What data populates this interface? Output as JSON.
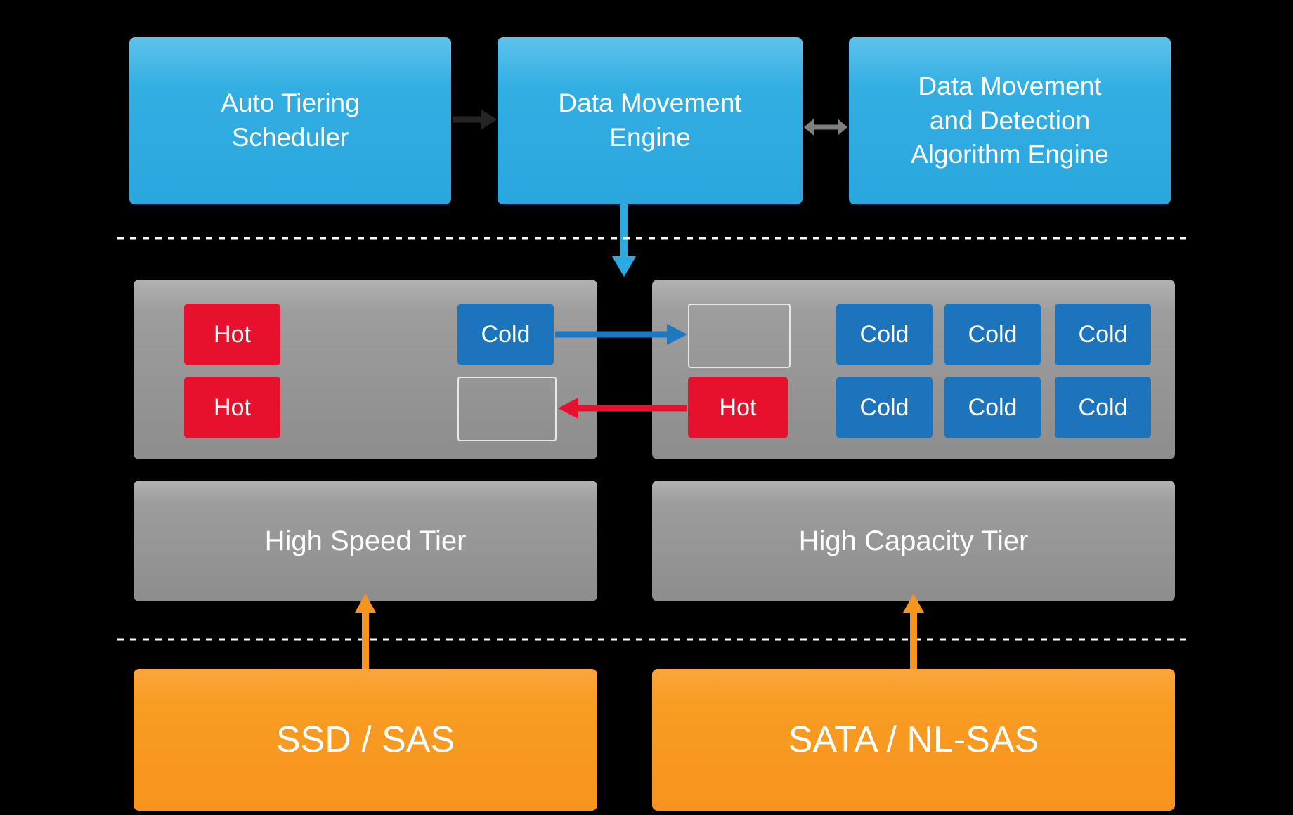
{
  "colors": {
    "background": "#000000",
    "engine_blue": "#29abe2",
    "hot_red": "#e8112d",
    "cold_blue": "#1c75bc",
    "pool_gray": "#9a9a9a",
    "storage_orange": "#f7941d",
    "gray_link": "#7f7f7f",
    "dark_link": "#242424",
    "divider": "#ffffff"
  },
  "engines": [
    {
      "label": "Auto Tiering\nScheduler"
    },
    {
      "label": "Data Movement\nEngine"
    },
    {
      "label": "Data Movement\nand Detection\nAlgorithm Engine"
    }
  ],
  "high_speed_pool": {
    "hot_top": "Hot",
    "hot_bottom": "Hot",
    "cold_top": "Cold"
  },
  "high_capacity_pool": {
    "hot_bottom": "Hot",
    "cold_cells": [
      "Cold",
      "Cold",
      "Cold",
      "Cold",
      "Cold",
      "Cold"
    ]
  },
  "tiers": [
    {
      "label": "High Speed Tier"
    },
    {
      "label": "High Capacity Tier"
    }
  ],
  "storage": [
    {
      "label": "SSD / SAS"
    },
    {
      "label": "SATA / NL-SAS"
    }
  ]
}
